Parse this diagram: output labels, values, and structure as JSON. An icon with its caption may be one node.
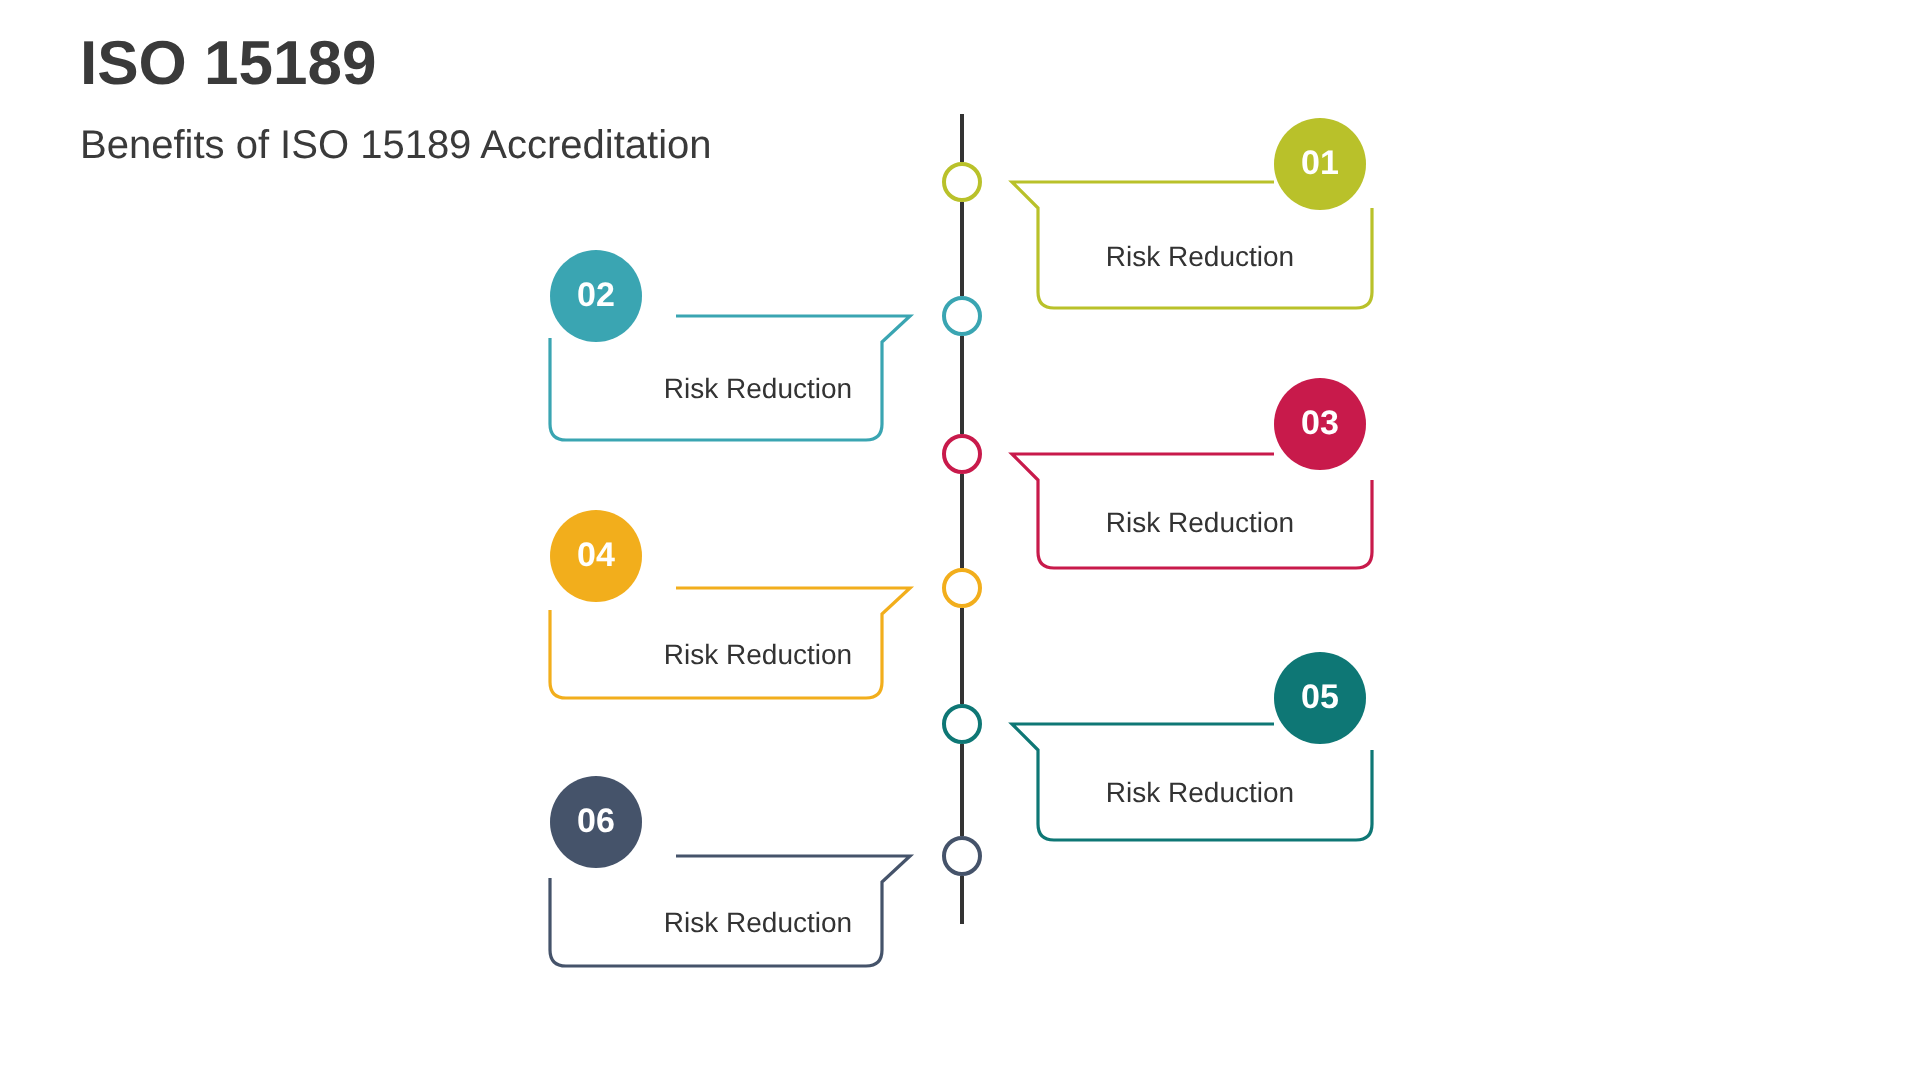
{
  "diagram": {
    "title": "ISO 15189",
    "caption": "Benefits of ISO 15189 Accreditation",
    "nodes": [
      {
        "text": [
          "01"
        ]
      },
      {
        "text": [
          "Risk Reduction"
        ]
      },
      {
        "text": [],
        "shape": "circle"
      },
      {
        "text": [
          "02"
        ]
      },
      {
        "text": [
          "Risk Reduction"
        ]
      },
      {
        "text": [],
        "shape": "circle"
      },
      {
        "text": [
          "03"
        ]
      },
      {
        "text": [
          "Risk Reduction"
        ]
      },
      {
        "text": [],
        "shape": "circle"
      },
      {
        "text": [
          "04"
        ]
      },
      {
        "text": [
          "Risk Reduction"
        ]
      },
      {
        "text": [],
        "shape": "circle"
      },
      {
        "text": [
          "05"
        ]
      },
      {
        "text": [
          "Risk Reduction"
        ]
      },
      {
        "text": [],
        "shape": "circle"
      },
      {
        "text": [
          "06"
        ]
      },
      {
        "text": [
          "Risk Reduction"
        ]
      },
      {
        "text": [],
        "shape": "circle"
      }
    ],
    "edges": [
      {
        "from": 2,
        "to": 5,
        "arrow": "none"
      },
      {
        "from": 5,
        "to": 8,
        "arrow": "none"
      },
      {
        "from": 8,
        "to": 11,
        "arrow": "none"
      },
      {
        "from": 11,
        "to": 14,
        "arrow": "none"
      },
      {
        "from": 14,
        "to": 17,
        "arrow": "none"
      }
    ]
  }
}
